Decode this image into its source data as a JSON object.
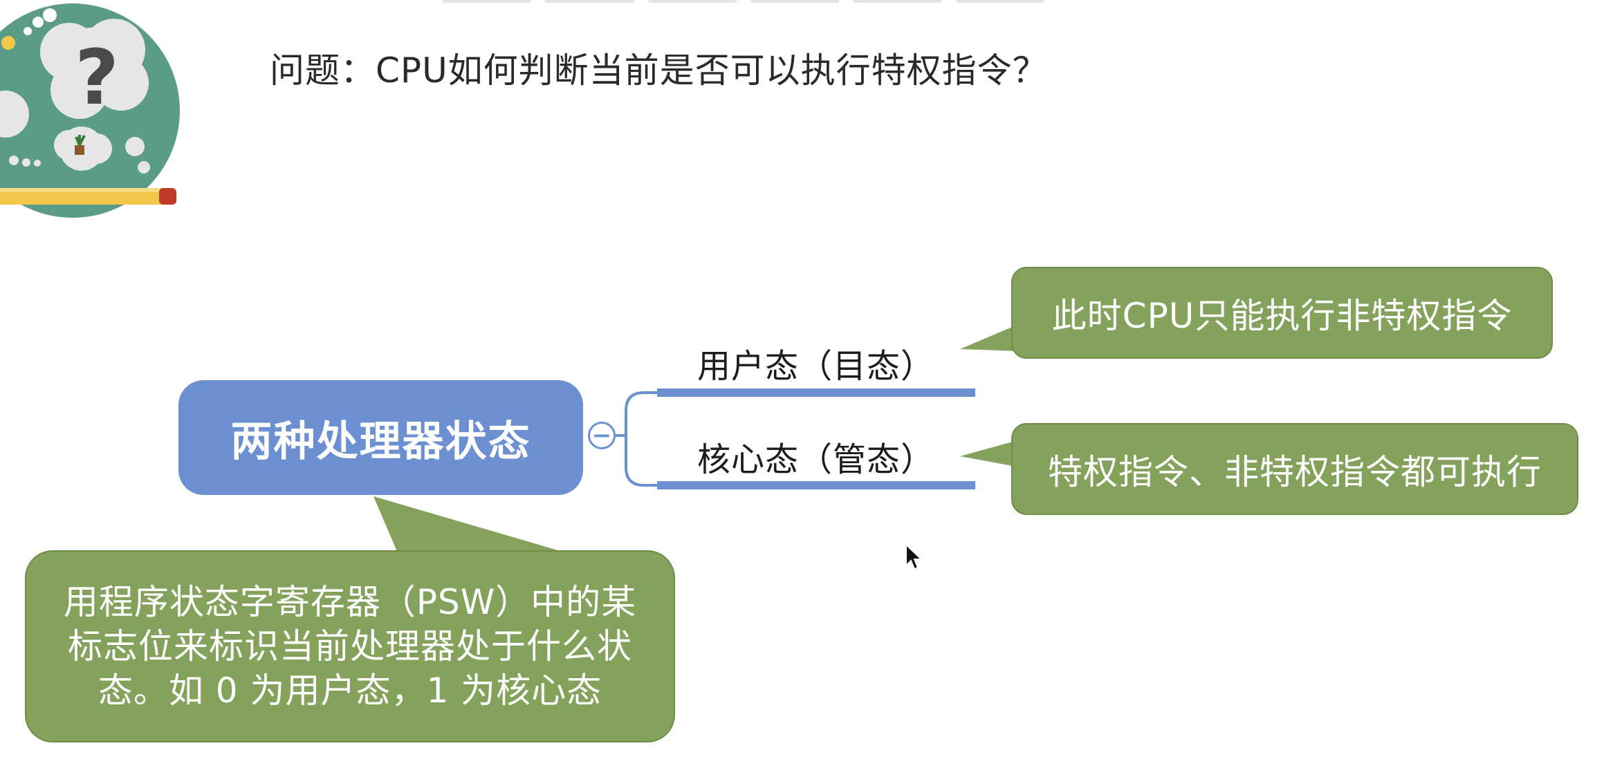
{
  "question": "问题：CPU如何判断当前是否可以执行特权指令？",
  "mindmap": {
    "root": {
      "label": "两种处理器状态",
      "toggle_symbol": "−",
      "note": "用程序状态字寄存器（PSW）中的某标志位来标识当前处理器处于什么状态。如 0 为用户态，1 为核心态"
    },
    "branches": [
      {
        "label": "用户态（目态）",
        "note": "此时CPU只能执行非特权指令"
      },
      {
        "label": "核心态（管态）",
        "note": "特权指令、非特权指令都可执行"
      }
    ]
  },
  "colors": {
    "root_fill": "#6b8fd0",
    "connector": "#6b8fd0",
    "note_fill": "#84a25b",
    "illustration_bg": "#5b9c87"
  },
  "icons": {
    "illustration": "question-mark-thought-bubble-icon",
    "cursor": "mouse-pointer-icon"
  }
}
